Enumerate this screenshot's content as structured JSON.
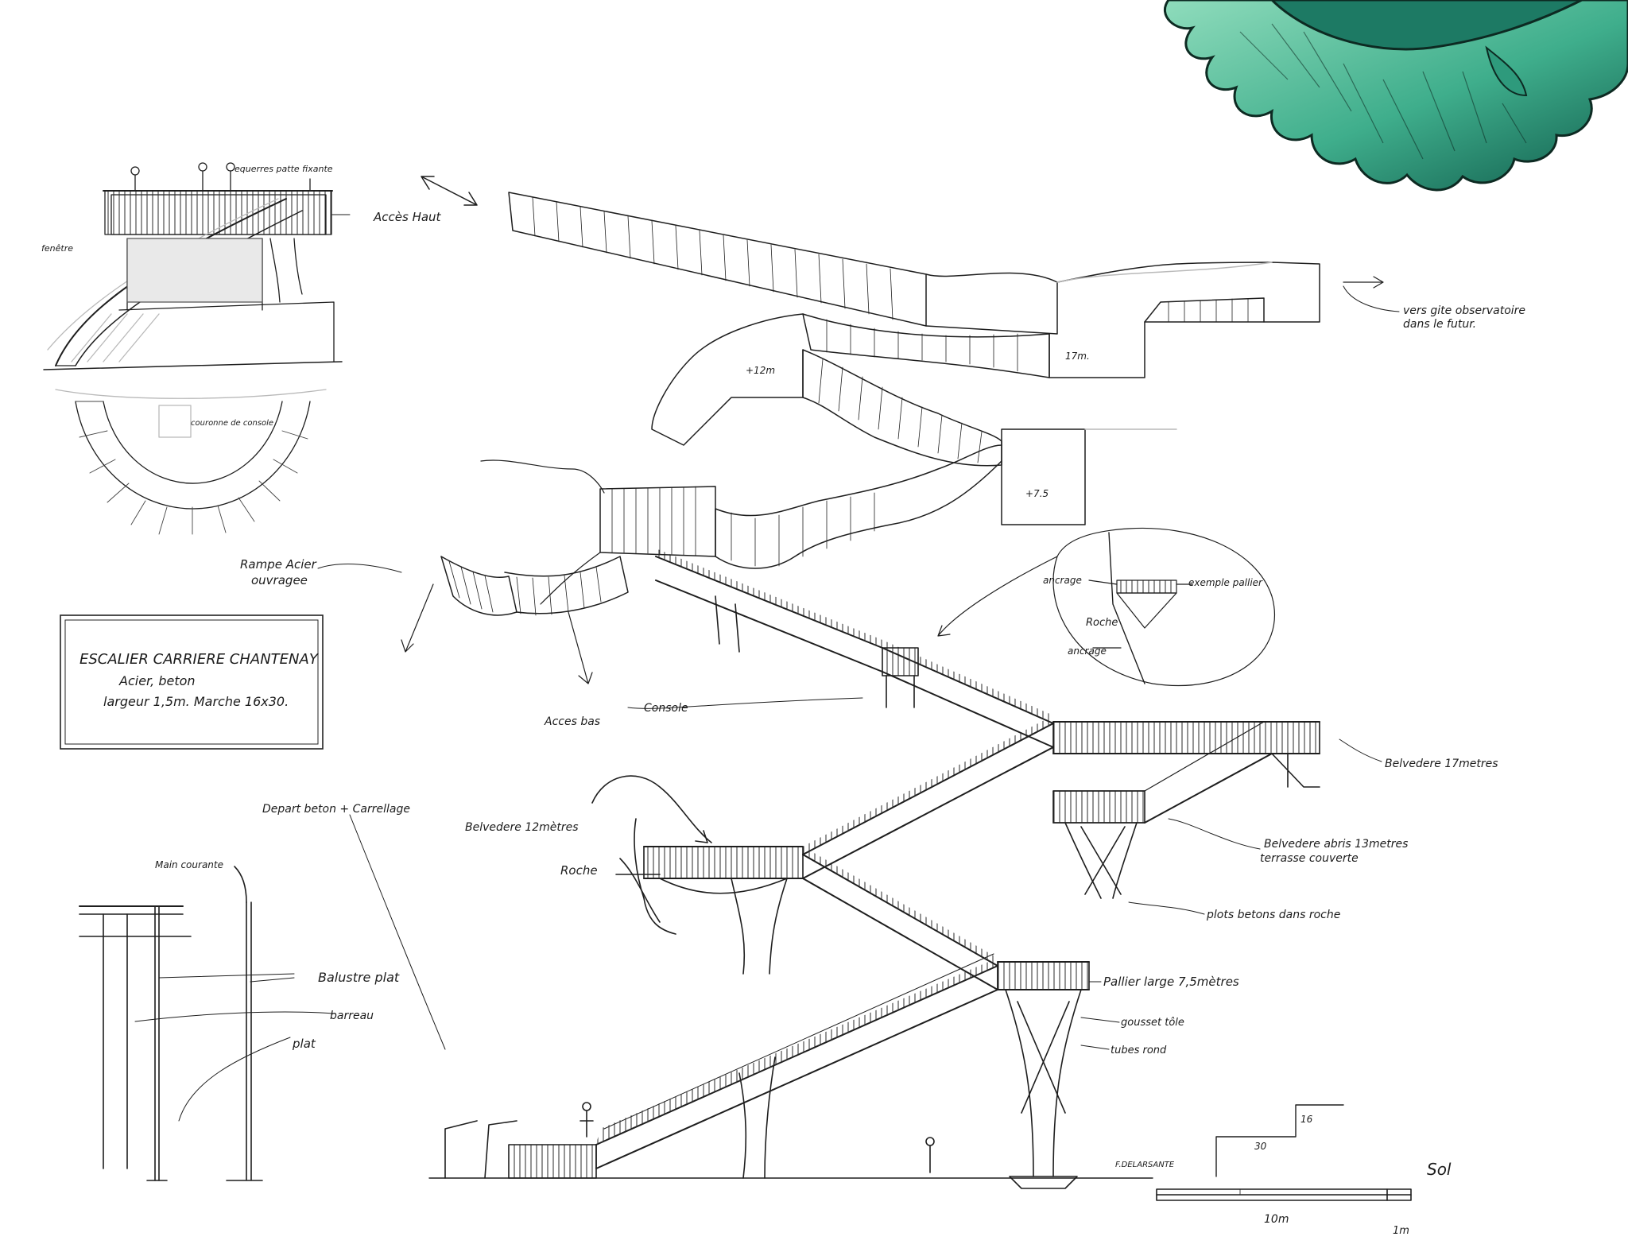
{
  "title_block": {
    "line1": "ESCALIER CARRIERE CHANTENAY",
    "line2": "Acier, beton",
    "line3": "largeur 1,5m. Marche 16x30."
  },
  "labels": {
    "acces_haut": "Accès Haut",
    "vers_gite": "vers gite observatoire",
    "dans_futur": "dans le futur.",
    "height_12": "+12m",
    "height_17": "17m.",
    "height_75": "+7.5",
    "rampe_1": "Rampe Acier",
    "rampe_2": "ouvragee",
    "acces_bas": "Acces bas",
    "console": "Console",
    "ancrage_top": "ancrage",
    "exemple_pallier": "exemple pallier",
    "roche_detail": "Roche",
    "ancrage_bottom": "ancrage",
    "belvedere_17": "Belvedere 17metres",
    "belvedere_abris": "Belvedere abris 13metres",
    "terrasse": "terrasse couverte",
    "plots": "plots betons dans roche",
    "depart": "Depart beton + Carrellage",
    "belvedere_12": "Belvedere 12mètres",
    "roche": "Roche",
    "pallier_large": "Pallier large 7,5mètres",
    "gousset": "gousset tôle",
    "tubes": "tubes rond",
    "main_courante": "Main courante",
    "balustre": "Balustre plat",
    "barreau": "barreau",
    "plat": "plat",
    "sol": "Sol",
    "step_16": "16",
    "step_30": "30",
    "signature": "F.DELARSANTE",
    "scale_10": "10m",
    "scale_1": "1m",
    "equerre": "equerres patte fixante",
    "fenetre": "fenêtre",
    "couronne": "couronne de console"
  },
  "colors": {
    "ink": "#1e1e1e",
    "paper": "#ffffff",
    "leaf_light": "#7fd4b0",
    "leaf_mid": "#3fae8c",
    "leaf_dark": "#12604f"
  }
}
